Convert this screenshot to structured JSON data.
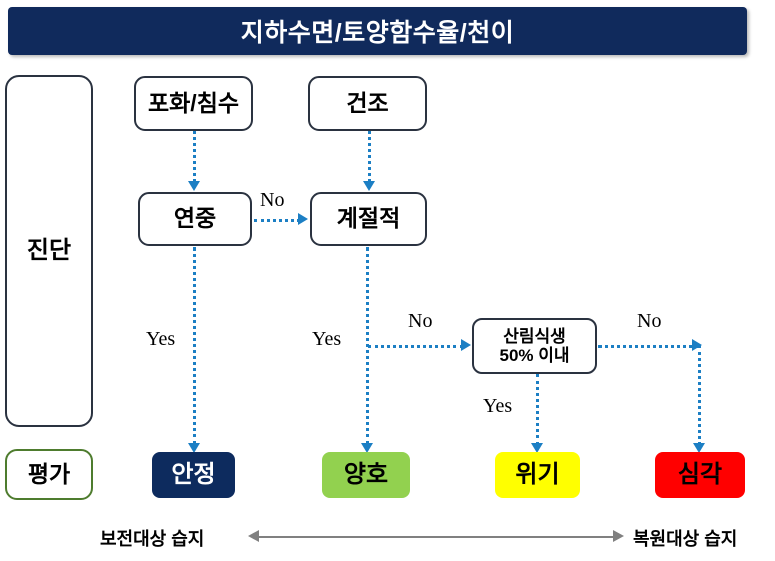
{
  "header": {
    "title": "지하수면/토양함수율/천이",
    "bg_color": "#102a5c",
    "text_color": "#ffffff"
  },
  "rails": {
    "diagnosis_label": "진단",
    "evaluation_label": "평가",
    "evaluation_border_color": "#4e7c2e"
  },
  "nodes": {
    "saturated": "포화/침수",
    "dry": "건조",
    "annual": "연중",
    "seasonal": "계절적",
    "forest_line1": "산림식생",
    "forest_line2": "50% 이내"
  },
  "outcomes": {
    "stable": {
      "label": "안정",
      "color": "#0d2b5e",
      "text_color": "#ffffff"
    },
    "good": {
      "label": "양호",
      "color": "#92d14f",
      "text_color": "#000000"
    },
    "crisis": {
      "label": "위기",
      "color": "#ffff00",
      "text_color": "#000000"
    },
    "severe": {
      "label": "심각",
      "color": "#ff0000",
      "text_color": "#000000"
    }
  },
  "edge_labels": {
    "annual_to_seasonal_no": "No",
    "annual_yes": "Yes",
    "seasonal_yes": "Yes",
    "seasonal_to_forest_no": "No",
    "forest_yes": "Yes",
    "forest_no": "No"
  },
  "scale": {
    "left_label": "보전대상 습지",
    "right_label": "복원대상 습지",
    "line_color": "#808080"
  },
  "connector_color": "#1c7fc4"
}
